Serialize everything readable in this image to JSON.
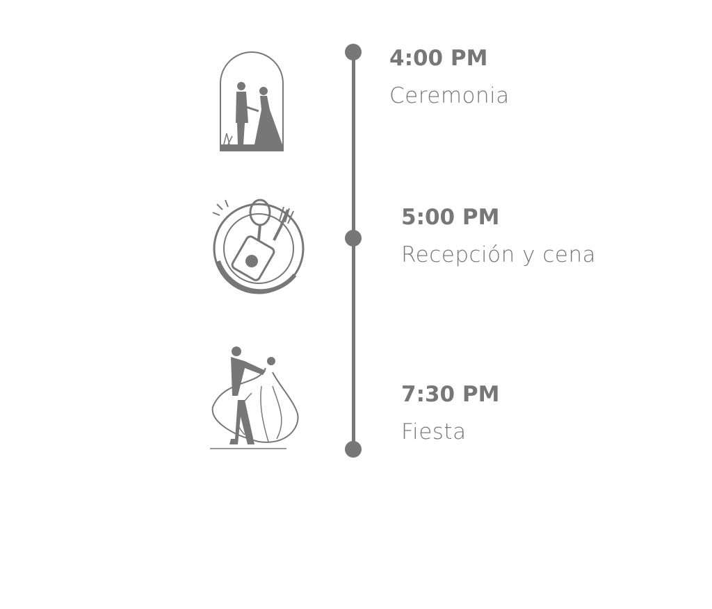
{
  "colors": {
    "accent": "#777777",
    "background": "#ffffff"
  },
  "events": [
    {
      "time": "4:00 PM",
      "label": "Ceremonia",
      "icon": "couple-arch-icon"
    },
    {
      "time": "5:00 PM",
      "label": "Recepción y cena",
      "icon": "plate-cutlery-icon"
    },
    {
      "time": "7:30 PM",
      "label": "Fiesta",
      "icon": "dancing-couple-icon"
    }
  ]
}
